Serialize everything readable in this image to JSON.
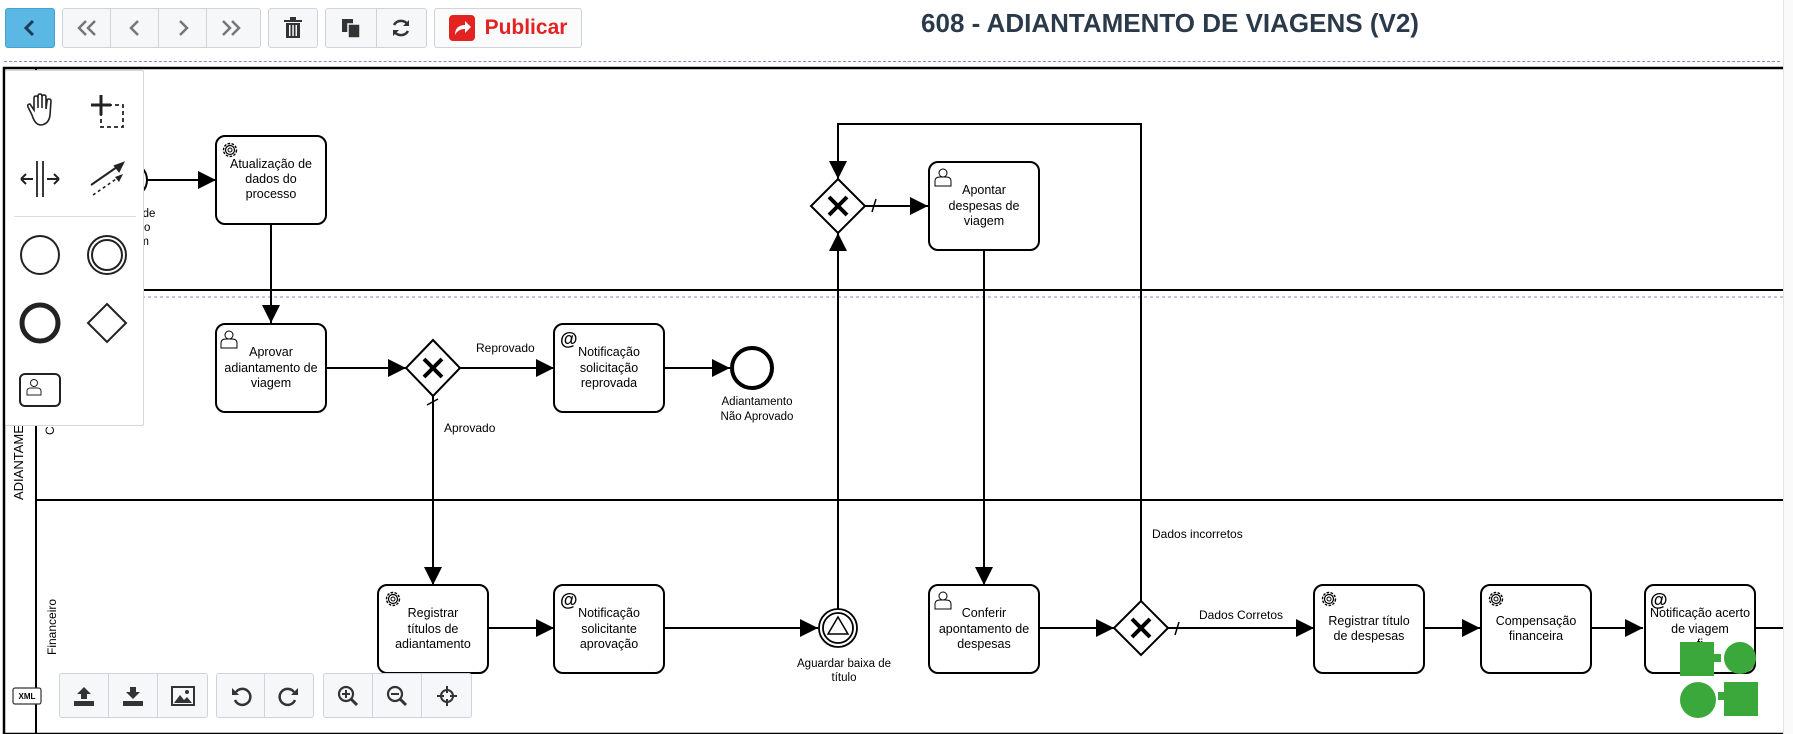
{
  "title": "608 - ADIANTAMENTO DE VIAGENS (V2)",
  "toolbar": {
    "publish_label": "Publicar",
    "xml_label": "XML",
    "buttons": [
      "back",
      "first",
      "previous",
      "next",
      "last",
      "delete",
      "copy",
      "refresh"
    ],
    "bottom_buttons": [
      "xml",
      "upload",
      "download",
      "image",
      "undo",
      "redo",
      "zoom-in",
      "zoom-out",
      "center"
    ]
  },
  "palette": {
    "tools": [
      "hand-tool",
      "lasso-tool",
      "space-tool",
      "connect-tool",
      "start-event",
      "intermediate-event",
      "end-event",
      "gateway",
      "user-task"
    ]
  },
  "pool": {
    "label": "ADIANTAME"
  },
  "lanes": [
    {
      "label": ""
    },
    {
      "label": "C"
    },
    {
      "label": "Financeiro"
    }
  ],
  "tasks": {
    "atualizacao": "Atualização de dados do processo",
    "aprovar": "Aprovar adiantamento de viagem",
    "notif_reprovada": "Notificação solicitação reprovada",
    "apontar": "Apontar despesas de viagem",
    "registrar_adiant": "Registrar títulos de adiantamento",
    "notif_aprovacao": "Notificação solicitante aprovação",
    "conferir": "Conferir apontamento de despesas",
    "registrar_despesas": "Registrar título de despesas",
    "compensacao": "Compensação financeira",
    "notif_acerto": "Notificação acerto de viagem fi..."
  },
  "events": {
    "start_label_partial": "o de ento em",
    "end_nao_aprovado": "Adiantamento Não Aprovado",
    "aguardar": "Aguardar baixa de título"
  },
  "flow_labels": {
    "reprovado": "Reprovado",
    "aprovado": "Aprovado",
    "dados_incorretos": "Dados incorretos",
    "dados_corretos": "Dados Corretos"
  }
}
